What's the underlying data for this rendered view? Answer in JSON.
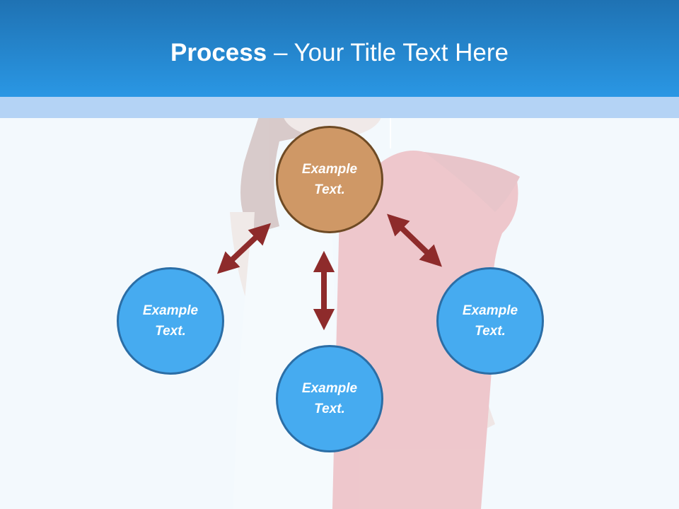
{
  "header": {
    "title_bold": "Process",
    "title_rest": " – Your Title Text Here"
  },
  "diagram": {
    "center_node": {
      "label": "Example Text."
    },
    "left_node": {
      "label": "Example Text."
    },
    "bottom_node": {
      "label": "Example Text."
    },
    "right_node": {
      "label": "Example Text."
    }
  },
  "colors": {
    "header": "#2a97e4",
    "band": "#b4d3f5",
    "node_blue": "#46abf0",
    "node_brown": "#cf9866",
    "arrow": "#8e2b2b"
  },
  "background_image": "faded photo of woman holding red fabric and umbrella"
}
